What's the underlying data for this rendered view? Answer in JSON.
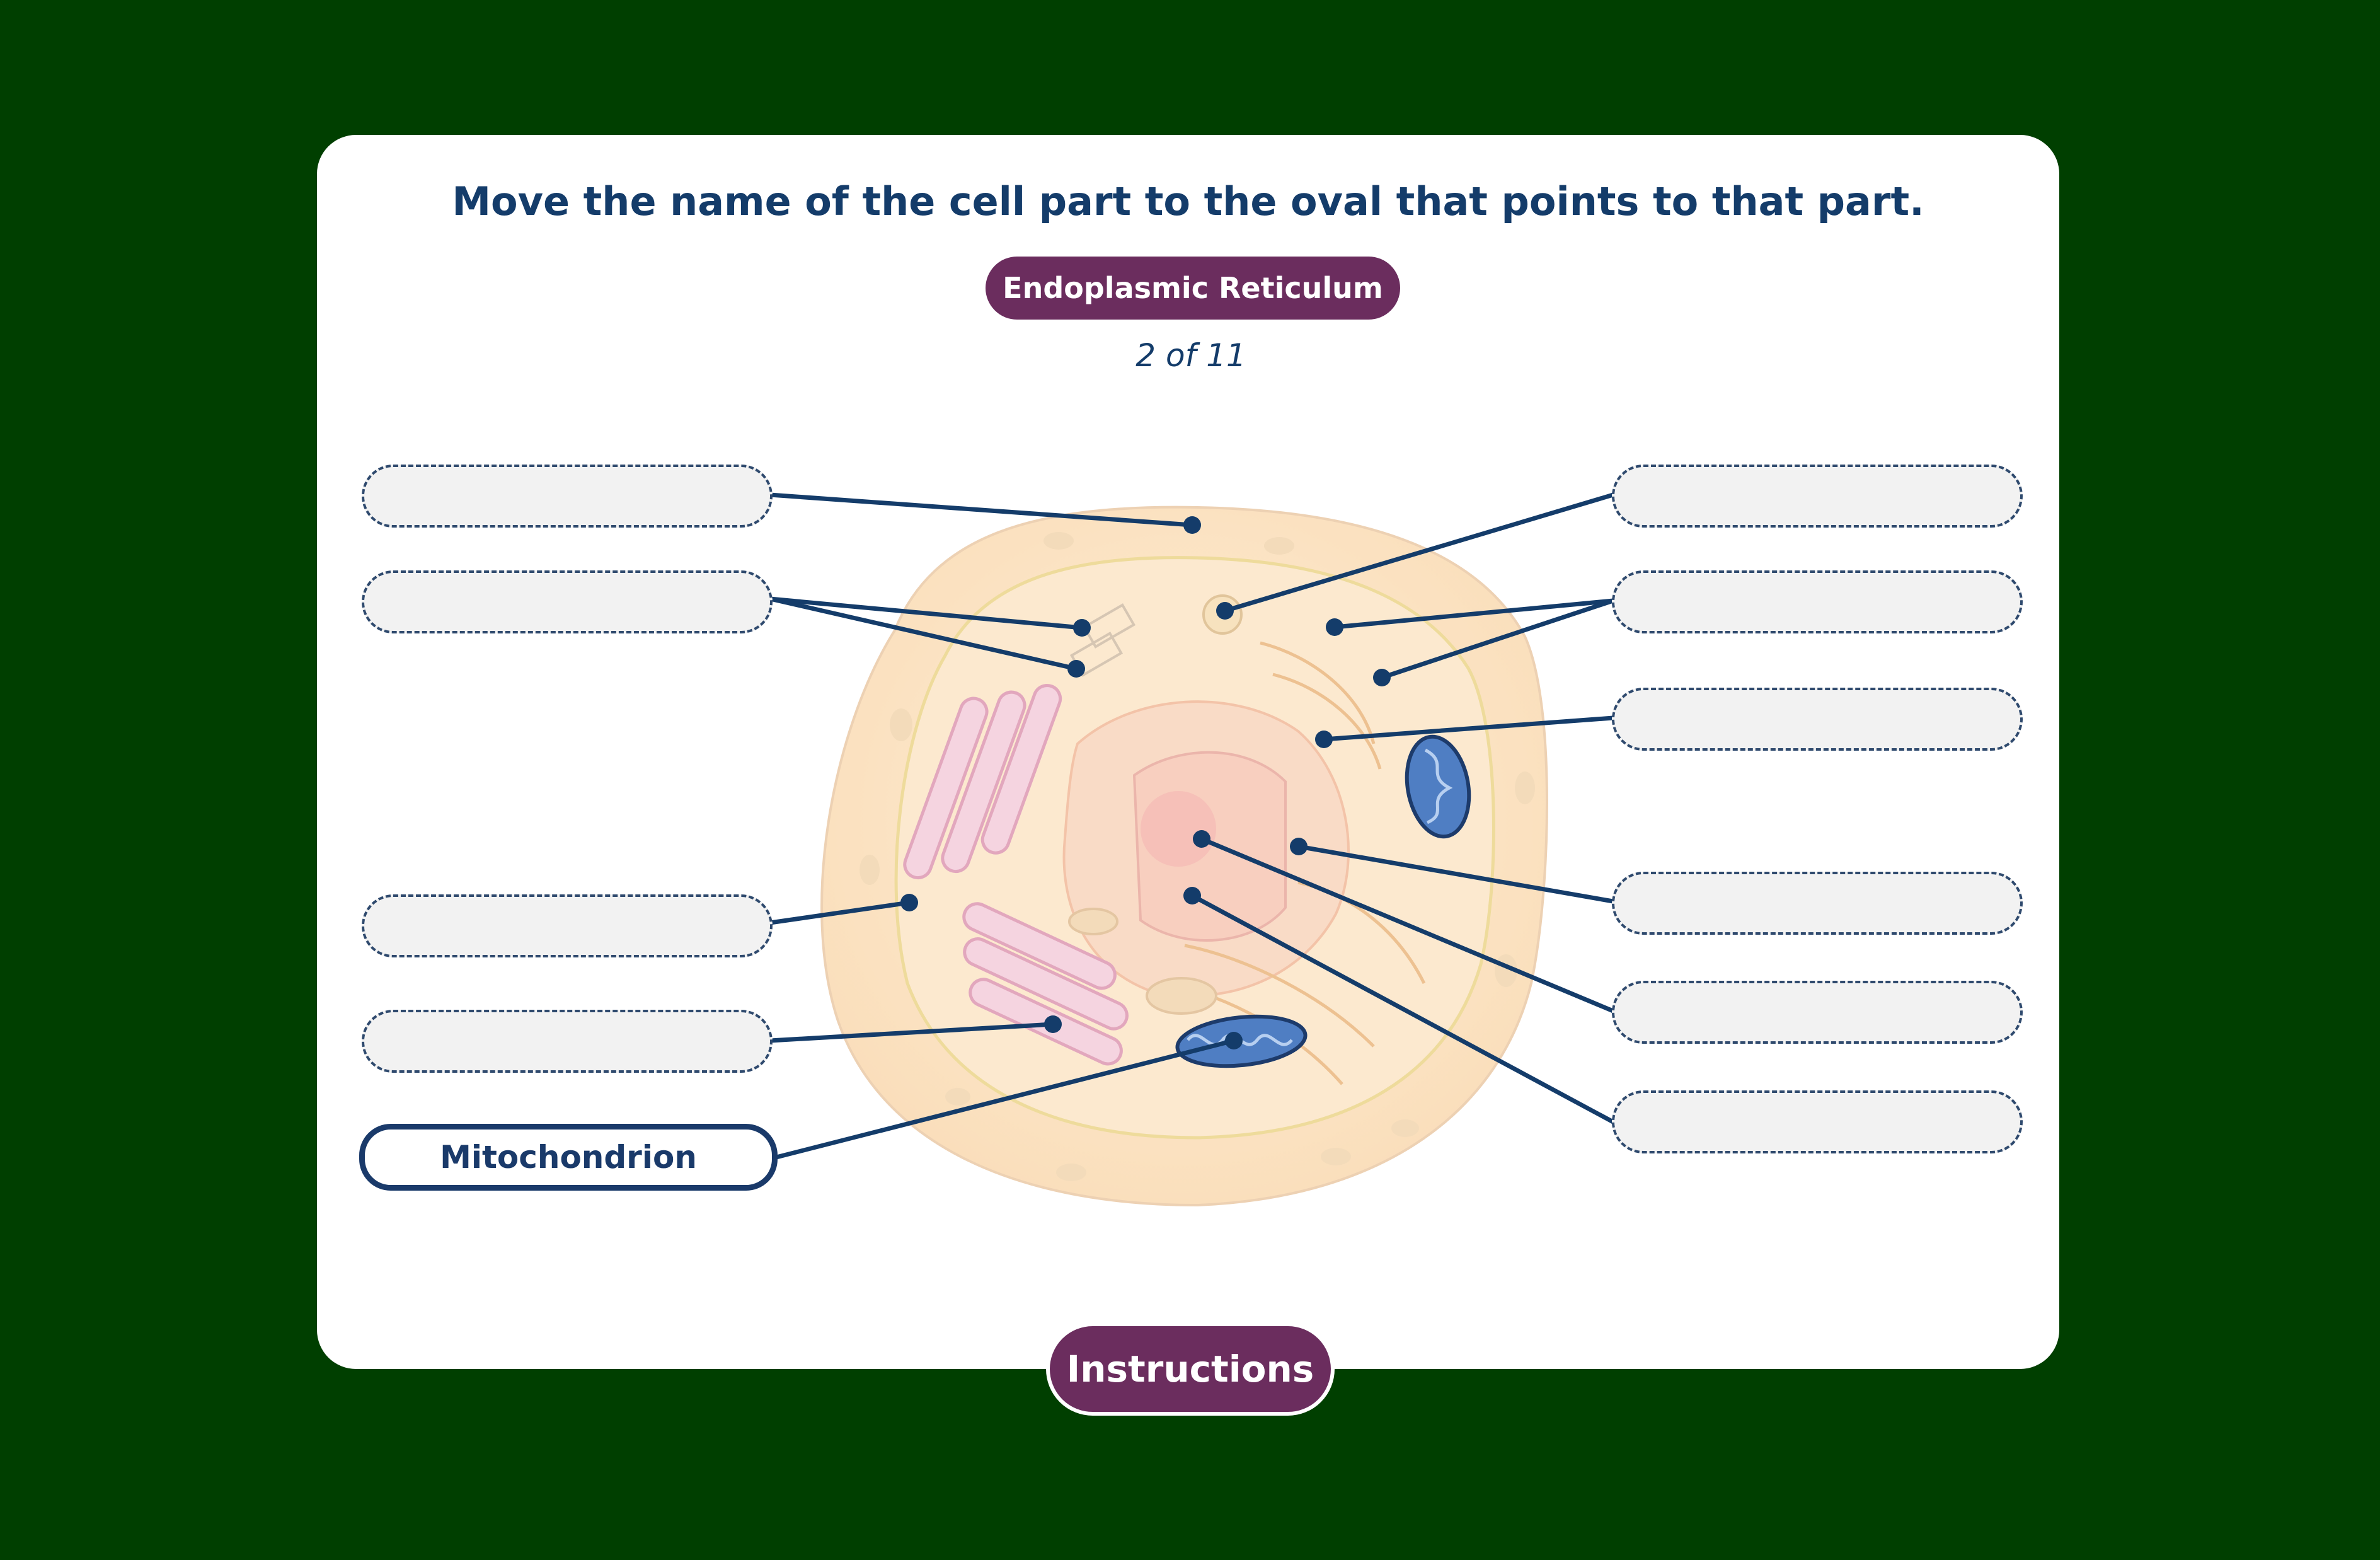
{
  "activity": {
    "title": "Move the name of the cell part to the oval that points to that part.",
    "current_label": "Endoplasmic Reticulum",
    "progress_text": "2 of 11"
  },
  "drop_zones": [
    {
      "id": "left-1",
      "label": ""
    },
    {
      "id": "left-2",
      "label": ""
    },
    {
      "id": "left-3",
      "label": ""
    },
    {
      "id": "left-4",
      "label": ""
    },
    {
      "id": "left-5",
      "label": "Mitochondrion"
    },
    {
      "id": "right-1",
      "label": ""
    },
    {
      "id": "right-2",
      "label": ""
    },
    {
      "id": "right-3",
      "label": ""
    },
    {
      "id": "right-4",
      "label": ""
    },
    {
      "id": "right-5",
      "label": ""
    },
    {
      "id": "right-6",
      "label": ""
    }
  ],
  "buttons": {
    "instructions": "Instructions"
  },
  "colors": {
    "background": "#003f00",
    "card": "#ffffff",
    "title_text": "#143c6a",
    "label_pill": "#6b2d5e",
    "leader_line": "#143c6a",
    "oval_border": "#2f4a6e",
    "oval_fill": "#f2f2f2"
  }
}
